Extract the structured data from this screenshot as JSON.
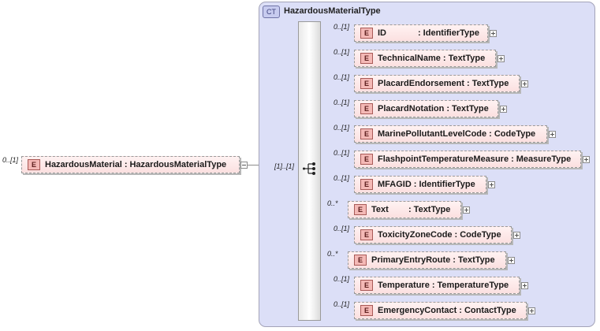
{
  "root": {
    "cardinality": "0..[1]",
    "badge": "E",
    "name": "HazardousMaterial",
    "separator": ":",
    "type": "HazardousMaterialType"
  },
  "complex_type": {
    "badge": "CT",
    "name": "HazardousMaterialType",
    "sequence_cardinality": "[1]..[1]"
  },
  "children": [
    {
      "cardinality": "0..[1]",
      "badge": "E",
      "name": "ID",
      "type": "IdentifierType"
    },
    {
      "cardinality": "0..[1]",
      "badge": "E",
      "name": "TechnicalName",
      "type": "TextType"
    },
    {
      "cardinality": "0..[1]",
      "badge": "E",
      "name": "PlacardEndorsement",
      "type": "TextType"
    },
    {
      "cardinality": "0..[1]",
      "badge": "E",
      "name": "PlacardNotation",
      "type": "TextType"
    },
    {
      "cardinality": "0..[1]",
      "badge": "E",
      "name": "MarinePollutantLevelCode",
      "type": "CodeType"
    },
    {
      "cardinality": "0..[1]",
      "badge": "E",
      "name": "FlashpointTemperatureMeasure",
      "type": "MeasureType"
    },
    {
      "cardinality": "0..[1]",
      "badge": "E",
      "name": "MFAGID",
      "type": "IdentifierType"
    },
    {
      "cardinality": "0..*",
      "badge": "E",
      "name": "Text",
      "type": "TextType"
    },
    {
      "cardinality": "0..[1]",
      "badge": "E",
      "name": "ToxicityZoneCode",
      "type": "CodeType"
    },
    {
      "cardinality": "0..*",
      "badge": "E",
      "name": "PrimaryEntryRoute",
      "type": "TextType"
    },
    {
      "cardinality": "0..[1]",
      "badge": "E",
      "name": "Temperature",
      "type": "TemperatureType"
    },
    {
      "cardinality": "0..[1]",
      "badge": "E",
      "name": "EmergencyContact",
      "type": "ContactType"
    }
  ]
}
